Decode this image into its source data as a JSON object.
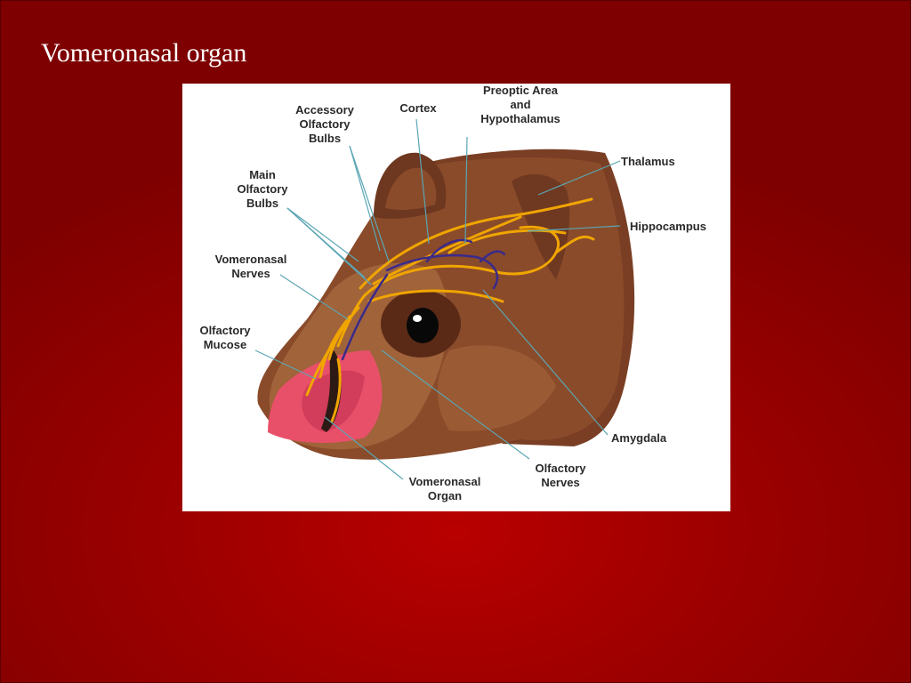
{
  "slide": {
    "title": "Vomeronasal organ"
  },
  "diagram": {
    "labels": {
      "accessory_olfactory_bulbs": "Accessory\nOlfactory\nBulbs",
      "cortex": "Cortex",
      "preoptic_area": "Preoptic Area\nand\nHypothalamus",
      "thalamus": "Thalamus",
      "hippocampus": "Hippocampus",
      "main_olfactory_bulbs": "Main\nOlfactory\nBulbs",
      "vomeronasal_nerves": "Vomeronasal\nNerves",
      "olfactory_mucose": "Olfactory\nMucose",
      "amygdala": "Amygdala",
      "olfactory_nerves": "Olfactory\nNerves",
      "vomeronasal_organ": "Vomeronasal\nOrgan"
    },
    "colors": {
      "head_fur": "#8a4b2a",
      "snout": "#a06634",
      "mucosa": "#e8506a",
      "olfactory_pathway": "#f0a500",
      "vomeronasal_pathway": "#3a2a8a",
      "pointer_line": "#5aa6b4",
      "background": "#ffffff"
    }
  }
}
